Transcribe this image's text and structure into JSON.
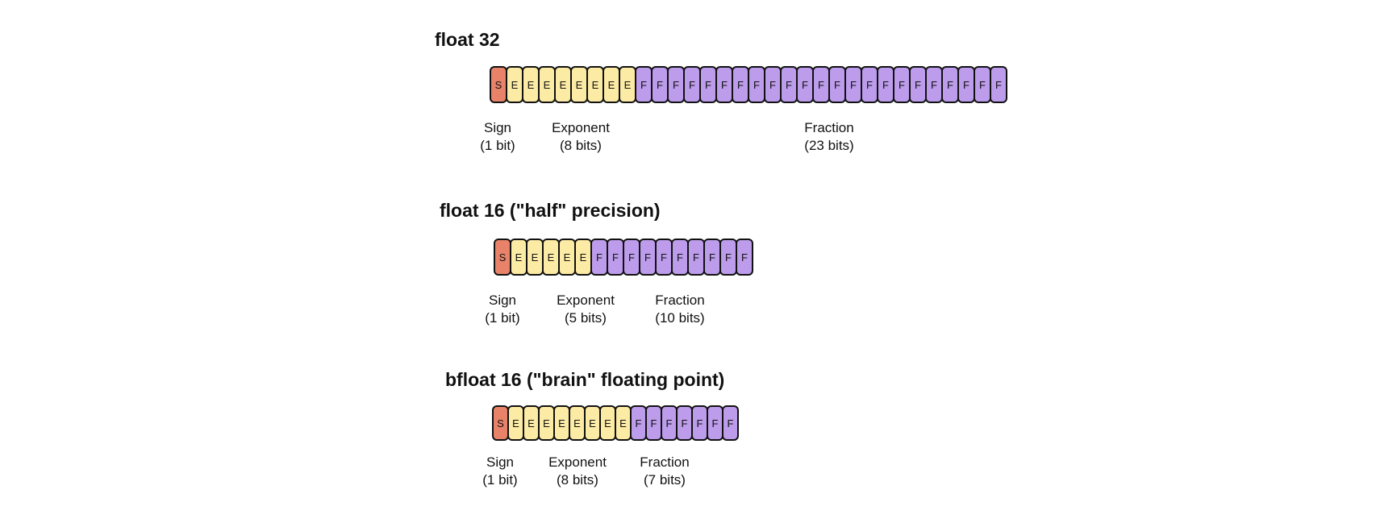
{
  "colors": {
    "sign": "#E8836A",
    "exponent": "#FCEBA4",
    "fraction": "#BC9CEB"
  },
  "formats": [
    {
      "title": "float 32",
      "sign_bits": 1,
      "exponent_bits": 8,
      "fraction_bits": 23,
      "sign_letter": "S",
      "exponent_letter": "E",
      "fraction_letter": "F",
      "labels": {
        "sign": {
          "name": "Sign",
          "size": "(1 bit)"
        },
        "exponent": {
          "name": "Exponent",
          "size": "(8 bits)"
        },
        "fraction": {
          "name": "Fraction",
          "size": "(23 bits)"
        }
      }
    },
    {
      "title": "float 16 (\"half\" precision)",
      "sign_bits": 1,
      "exponent_bits": 5,
      "fraction_bits": 10,
      "sign_letter": "S",
      "exponent_letter": "E",
      "fraction_letter": "F",
      "labels": {
        "sign": {
          "name": "Sign",
          "size": "(1 bit)"
        },
        "exponent": {
          "name": "Exponent",
          "size": "(5 bits)"
        },
        "fraction": {
          "name": "Fraction",
          "size": "(10 bits)"
        }
      }
    },
    {
      "title": "bfloat 16 (\"brain\" floating point)",
      "sign_bits": 1,
      "exponent_bits": 8,
      "fraction_bits": 7,
      "sign_letter": "S",
      "exponent_letter": "E",
      "fraction_letter": "F",
      "labels": {
        "sign": {
          "name": "Sign",
          "size": "(1 bit)"
        },
        "exponent": {
          "name": "Exponent",
          "size": "(8 bits)"
        },
        "fraction": {
          "name": "Fraction",
          "size": "(7 bits)"
        }
      }
    }
  ]
}
